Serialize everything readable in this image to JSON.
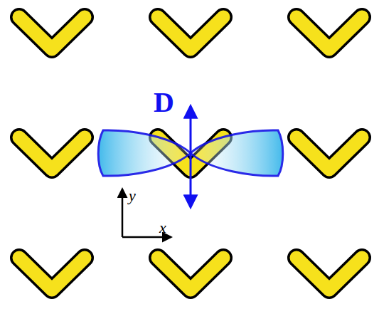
{
  "diagram": {
    "labels": [
      "D",
      "y",
      "x"
    ]
  }
}
